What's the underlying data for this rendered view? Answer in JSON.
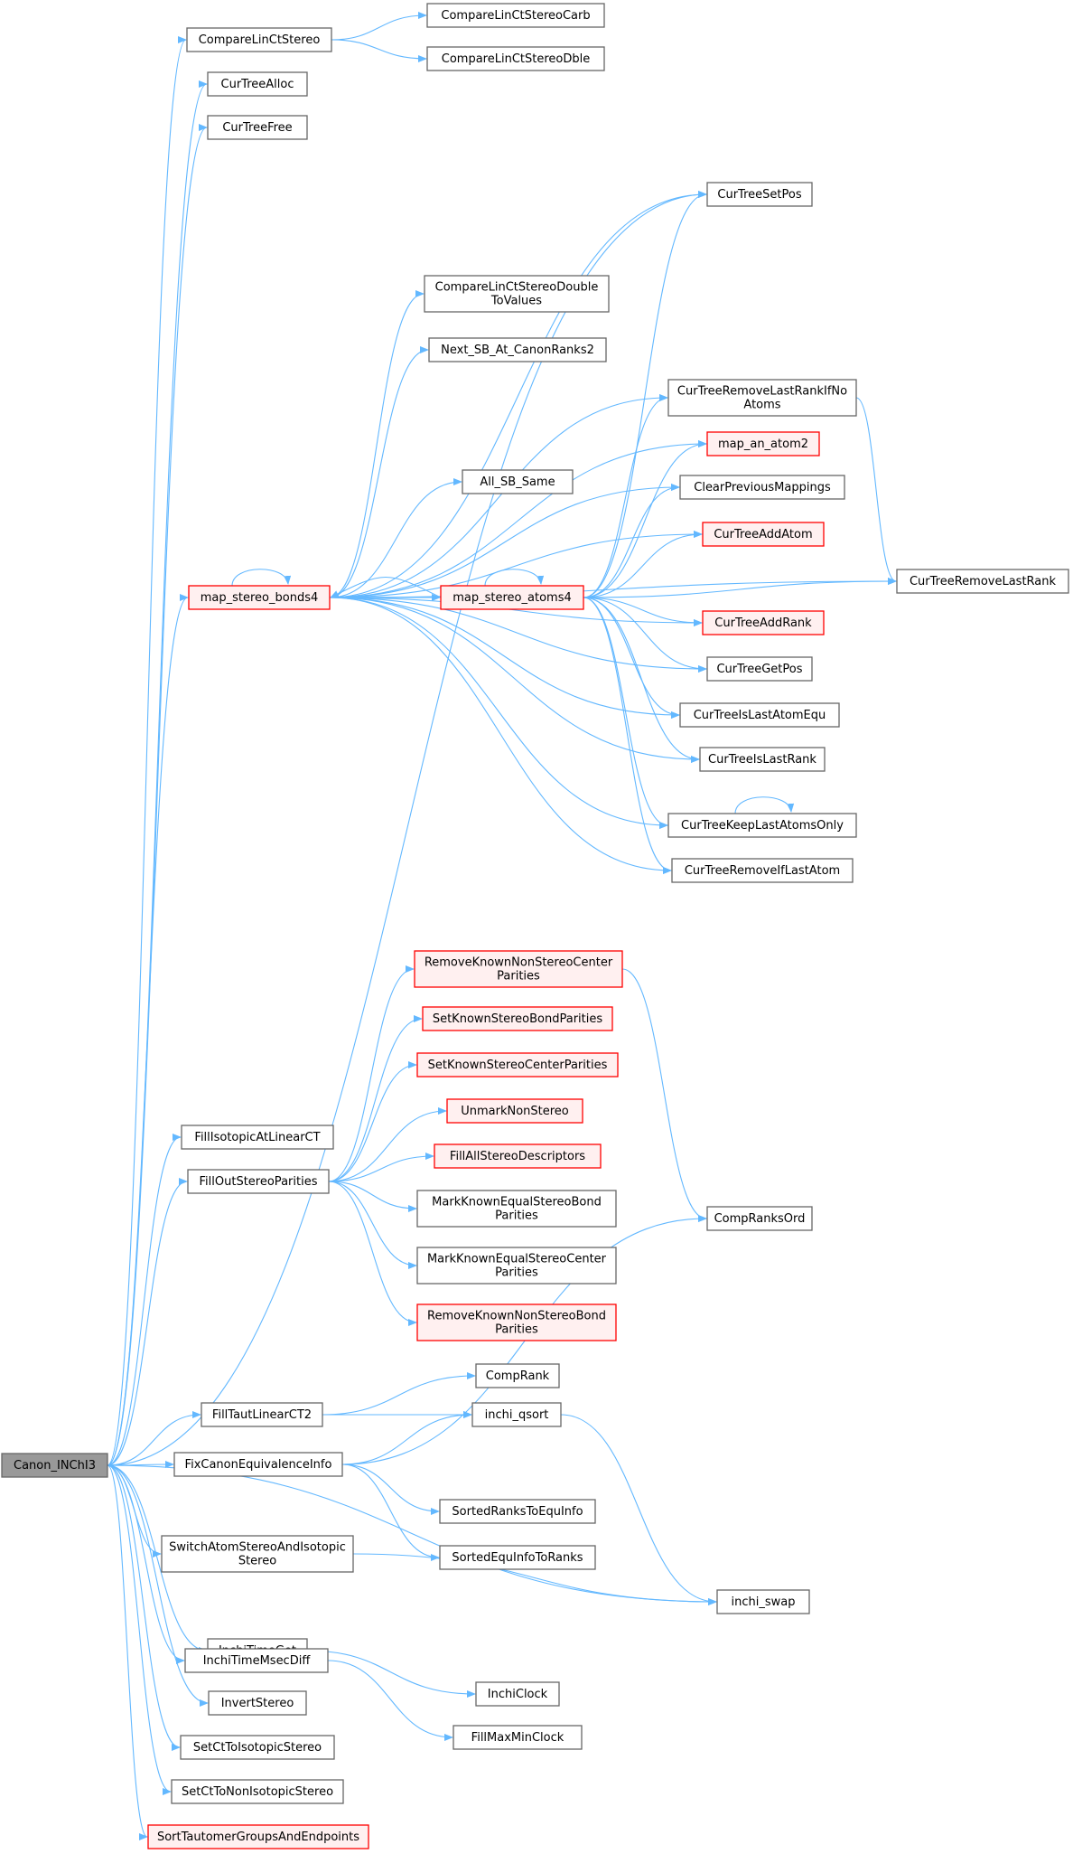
{
  "colors": {
    "edge": "#63b8ff",
    "node_border": "#666666",
    "node_fill": "#ffffff",
    "highlight_border": "#ff0000",
    "highlight_fill": "#fff0f0",
    "root_fill": "#999999"
  },
  "nodes": [
    {
      "id": "canon",
      "lines": [
        "Canon_INChI3"
      ],
      "kind": "root"
    },
    {
      "id": "clcs",
      "lines": [
        "CompareLinCtStereo"
      ],
      "kind": "normal"
    },
    {
      "id": "clcsc",
      "lines": [
        "CompareLinCtStereoCarb"
      ],
      "kind": "normal"
    },
    {
      "id": "clcsd",
      "lines": [
        "CompareLinCtStereoDble"
      ],
      "kind": "normal"
    },
    {
      "id": "cta",
      "lines": [
        "CurTreeAlloc"
      ],
      "kind": "normal"
    },
    {
      "id": "ctf",
      "lines": [
        "CurTreeFree"
      ],
      "kind": "normal"
    },
    {
      "id": "ctsp",
      "lines": [
        "CurTreeSetPos"
      ],
      "kind": "normal"
    },
    {
      "id": "clcsdv",
      "lines": [
        "CompareLinCtStereoDouble",
        "ToValues"
      ],
      "kind": "normal"
    },
    {
      "id": "nsb",
      "lines": [
        "Next_SB_At_CanonRanks2"
      ],
      "kind": "normal"
    },
    {
      "id": "ctrlrna",
      "lines": [
        "CurTreeRemoveLastRankIfNo",
        "Atoms"
      ],
      "kind": "normal"
    },
    {
      "id": "maa2",
      "lines": [
        "map_an_atom2"
      ],
      "kind": "red"
    },
    {
      "id": "asbs",
      "lines": [
        "All_SB_Same"
      ],
      "kind": "normal"
    },
    {
      "id": "cpm",
      "lines": [
        "ClearPreviousMappings"
      ],
      "kind": "normal"
    },
    {
      "id": "ctaa",
      "lines": [
        "CurTreeAddAtom"
      ],
      "kind": "red"
    },
    {
      "id": "msb4",
      "lines": [
        "map_stereo_bonds4"
      ],
      "kind": "red"
    },
    {
      "id": "msa4",
      "lines": [
        "map_stereo_atoms4"
      ],
      "kind": "red"
    },
    {
      "id": "ctrlr",
      "lines": [
        "CurTreeRemoveLastRank"
      ],
      "kind": "normal"
    },
    {
      "id": "ctar",
      "lines": [
        "CurTreeAddRank"
      ],
      "kind": "red"
    },
    {
      "id": "ctgp",
      "lines": [
        "CurTreeGetPos"
      ],
      "kind": "normal"
    },
    {
      "id": "ctilae",
      "lines": [
        "CurTreeIsLastAtomEqu"
      ],
      "kind": "normal"
    },
    {
      "id": "ctilr",
      "lines": [
        "CurTreeIsLastRank"
      ],
      "kind": "normal"
    },
    {
      "id": "ctklao",
      "lines": [
        "CurTreeKeepLastAtomsOnly"
      ],
      "kind": "normal"
    },
    {
      "id": "ctrila",
      "lines": [
        "CurTreeRemoveIfLastAtom"
      ],
      "kind": "normal"
    },
    {
      "id": "rknscp",
      "lines": [
        "RemoveKnownNonStereoCenter",
        "Parities"
      ],
      "kind": "red"
    },
    {
      "id": "sksbp",
      "lines": [
        "SetKnownStereoBondParities"
      ],
      "kind": "red"
    },
    {
      "id": "skscp",
      "lines": [
        "SetKnownStereoCenterParities"
      ],
      "kind": "red"
    },
    {
      "id": "umns",
      "lines": [
        "UnmarkNonStereo"
      ],
      "kind": "red"
    },
    {
      "id": "fisalct",
      "lines": [
        "FillIsotopicAtLinearCT"
      ],
      "kind": "normal"
    },
    {
      "id": "fasd",
      "lines": [
        "FillAllStereoDescriptors"
      ],
      "kind": "red"
    },
    {
      "id": "fosp",
      "lines": [
        "FillOutStereoParities"
      ],
      "kind": "normal"
    },
    {
      "id": "mkesbp",
      "lines": [
        "MarkKnownEqualStereoBond",
        "Parities"
      ],
      "kind": "normal"
    },
    {
      "id": "cro",
      "lines": [
        "CompRanksOrd"
      ],
      "kind": "normal"
    },
    {
      "id": "mkescp",
      "lines": [
        "MarkKnownEqualStereoCenter",
        "Parities"
      ],
      "kind": "normal"
    },
    {
      "id": "rknsbp",
      "lines": [
        "RemoveKnownNonStereoBond",
        "Parities"
      ],
      "kind": "red"
    },
    {
      "id": "cr",
      "lines": [
        "CompRank"
      ],
      "kind": "normal"
    },
    {
      "id": "ftlct2",
      "lines": [
        "FillTautLinearCT2"
      ],
      "kind": "normal"
    },
    {
      "id": "iqs",
      "lines": [
        "inchi_qsort"
      ],
      "kind": "normal"
    },
    {
      "id": "fcei",
      "lines": [
        "FixCanonEquivalenceInfo"
      ],
      "kind": "normal"
    },
    {
      "id": "srtei",
      "lines": [
        "SortedRanksToEquInfo"
      ],
      "kind": "normal"
    },
    {
      "id": "sasais",
      "lines": [
        "SwitchAtomStereoAndIsotopic",
        "Stereo"
      ],
      "kind": "normal"
    },
    {
      "id": "seitr",
      "lines": [
        "SortedEquInfoToRanks"
      ],
      "kind": "normal"
    },
    {
      "id": "isw",
      "lines": [
        "inchi_swap"
      ],
      "kind": "normal"
    },
    {
      "id": "itg",
      "lines": [
        "InchiTimeGet"
      ],
      "kind": "normal"
    },
    {
      "id": "ic",
      "lines": [
        "InchiClock"
      ],
      "kind": "normal"
    },
    {
      "id": "itmd",
      "lines": [
        "InchiTimeMsecDiff"
      ],
      "kind": "normal"
    },
    {
      "id": "fmmc",
      "lines": [
        "FillMaxMinClock"
      ],
      "kind": "normal"
    },
    {
      "id": "is",
      "lines": [
        "InvertStereo"
      ],
      "kind": "normal"
    },
    {
      "id": "sctis",
      "lines": [
        "SetCtToIsotopicStereo"
      ],
      "kind": "normal"
    },
    {
      "id": "sctnis",
      "lines": [
        "SetCtToNonIsotopicStereo"
      ],
      "kind": "normal"
    },
    {
      "id": "stgae",
      "lines": [
        "SortTautomerGroupsAndEndpoints"
      ],
      "kind": "red"
    }
  ],
  "edges": [
    [
      "canon",
      "clcs"
    ],
    [
      "canon",
      "cta"
    ],
    [
      "canon",
      "ctf"
    ],
    [
      "canon",
      "ctsp"
    ],
    [
      "canon",
      "msb4"
    ],
    [
      "canon",
      "fisalct"
    ],
    [
      "canon",
      "fosp"
    ],
    [
      "canon",
      "ftlct2"
    ],
    [
      "canon",
      "fcei"
    ],
    [
      "canon",
      "sasais"
    ],
    [
      "canon",
      "isw"
    ],
    [
      "canon",
      "itg"
    ],
    [
      "canon",
      "itmd"
    ],
    [
      "canon",
      "is"
    ],
    [
      "canon",
      "sctis"
    ],
    [
      "canon",
      "sctnis"
    ],
    [
      "canon",
      "stgae"
    ],
    [
      "clcs",
      "clcsc"
    ],
    [
      "clcs",
      "clcsd"
    ],
    [
      "msb4",
      "ctsp"
    ],
    [
      "msb4",
      "clcsdv"
    ],
    [
      "msb4",
      "nsb"
    ],
    [
      "msb4",
      "ctrlrna"
    ],
    [
      "msb4",
      "maa2"
    ],
    [
      "msb4",
      "asbs"
    ],
    [
      "msb4",
      "cpm"
    ],
    [
      "msb4",
      "ctaa"
    ],
    [
      "msb4",
      "msa4"
    ],
    [
      "msb4",
      "ctrlr"
    ],
    [
      "msb4",
      "ctar"
    ],
    [
      "msb4",
      "ctgp"
    ],
    [
      "msb4",
      "ctilae"
    ],
    [
      "msb4",
      "ctilr"
    ],
    [
      "msb4",
      "ctklao"
    ],
    [
      "msb4",
      "ctrila"
    ],
    [
      "msb4",
      "msb4"
    ],
    [
      "msa4",
      "ctsp"
    ],
    [
      "msa4",
      "ctrlrna"
    ],
    [
      "msa4",
      "maa2"
    ],
    [
      "msa4",
      "cpm"
    ],
    [
      "msa4",
      "ctaa"
    ],
    [
      "msa4",
      "msb4"
    ],
    [
      "msa4",
      "ctrlr"
    ],
    [
      "msa4",
      "ctar"
    ],
    [
      "msa4",
      "ctgp"
    ],
    [
      "msa4",
      "ctilae"
    ],
    [
      "msa4",
      "ctilr"
    ],
    [
      "msa4",
      "ctklao"
    ],
    [
      "msa4",
      "ctrila"
    ],
    [
      "msa4",
      "msa4"
    ],
    [
      "ctrlrna",
      "ctrlr"
    ],
    [
      "ctklao",
      "ctklao"
    ],
    [
      "fosp",
      "rknscp"
    ],
    [
      "fosp",
      "sksbp"
    ],
    [
      "fosp",
      "skscp"
    ],
    [
      "fosp",
      "umns"
    ],
    [
      "fosp",
      "fasd"
    ],
    [
      "fosp",
      "mkesbp"
    ],
    [
      "fosp",
      "mkescp"
    ],
    [
      "fosp",
      "rknsbp"
    ],
    [
      "rknscp",
      "cro"
    ],
    [
      "ftlct2",
      "cr"
    ],
    [
      "ftlct2",
      "iqs"
    ],
    [
      "fcei",
      "iqs"
    ],
    [
      "fcei",
      "cro"
    ],
    [
      "fcei",
      "srtei"
    ],
    [
      "fcei",
      "seitr"
    ],
    [
      "iqs",
      "isw"
    ],
    [
      "sasais",
      "isw"
    ],
    [
      "itg",
      "ic"
    ],
    [
      "itmd",
      "fmmc"
    ]
  ]
}
